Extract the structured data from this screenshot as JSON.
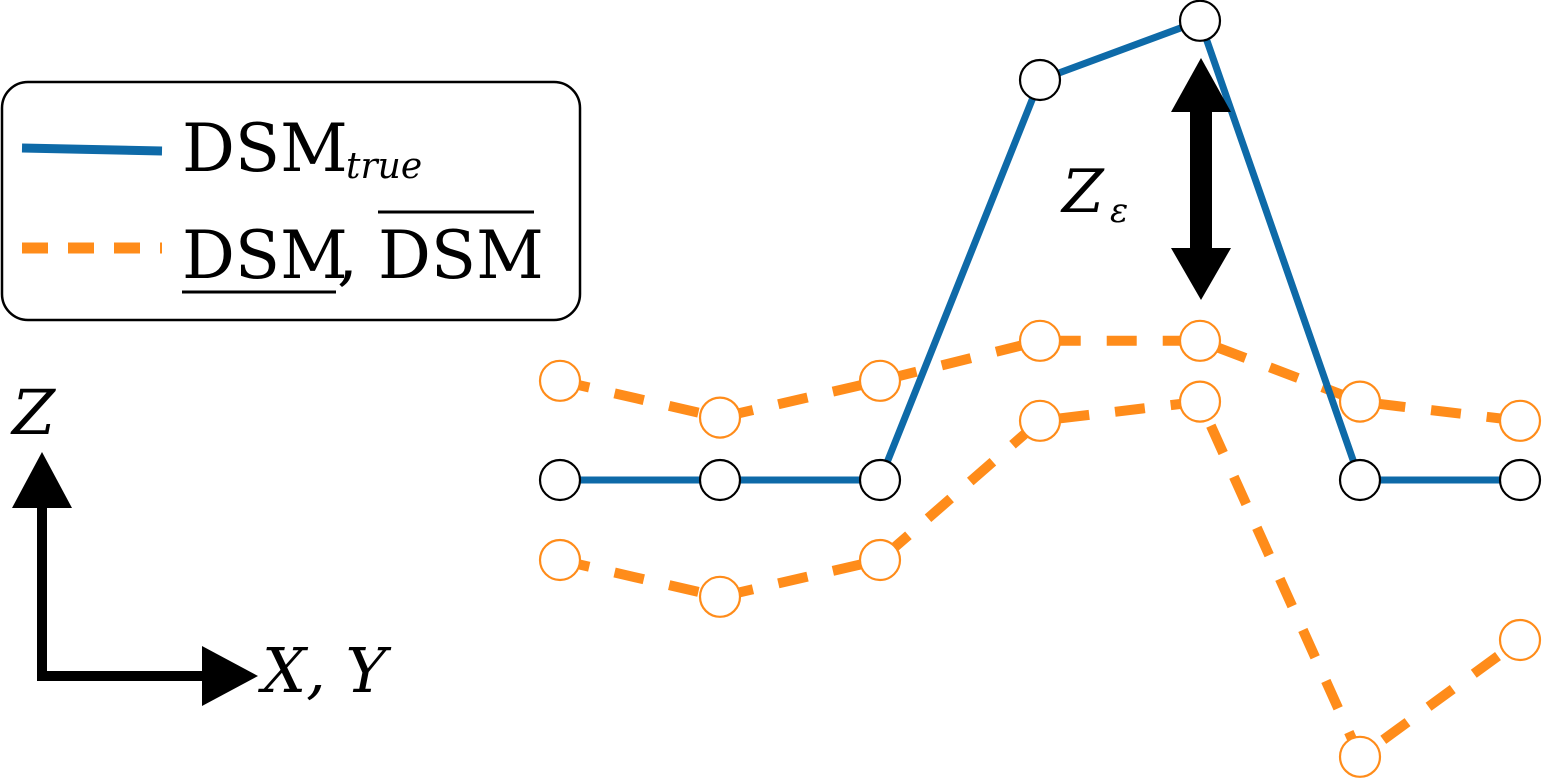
{
  "legend": {
    "true_label_main": "DSM",
    "true_label_sub": "true",
    "bounds_lower_label": "DSM",
    "bounds_separator": ",",
    "bounds_upper_label": "DSM"
  },
  "axes": {
    "z_label": "Z",
    "xy_label": "X, Y"
  },
  "annotation": {
    "z_eps_main": "Z",
    "z_eps_sub": "ε"
  },
  "colors": {
    "true_line": "#0e6aa8",
    "bounds_line": "#ff8c1a",
    "node_fill": "#ffffff",
    "node_stroke": "#000000",
    "arrow": "#000000"
  },
  "series": {
    "true": {
      "name": "DSM_true",
      "x": [
        0,
        1,
        2,
        3,
        4,
        5,
        6
      ],
      "z": [
        0.0,
        0.0,
        0.0,
        2.5,
        2.87,
        0.0,
        0.0
      ]
    },
    "upper": {
      "name": "DSM upper",
      "x": [
        0,
        1,
        2,
        3,
        4,
        5,
        6
      ],
      "z": [
        0.62,
        0.39,
        0.62,
        0.87,
        0.87,
        0.49,
        0.37
      ]
    },
    "lower": {
      "name": "DSM lower",
      "x": [
        0,
        1,
        2,
        3,
        4,
        5,
        6
      ],
      "z": [
        -0.5,
        -0.73,
        -0.5,
        0.37,
        0.49,
        -1.73,
        -1.0
      ]
    }
  }
}
